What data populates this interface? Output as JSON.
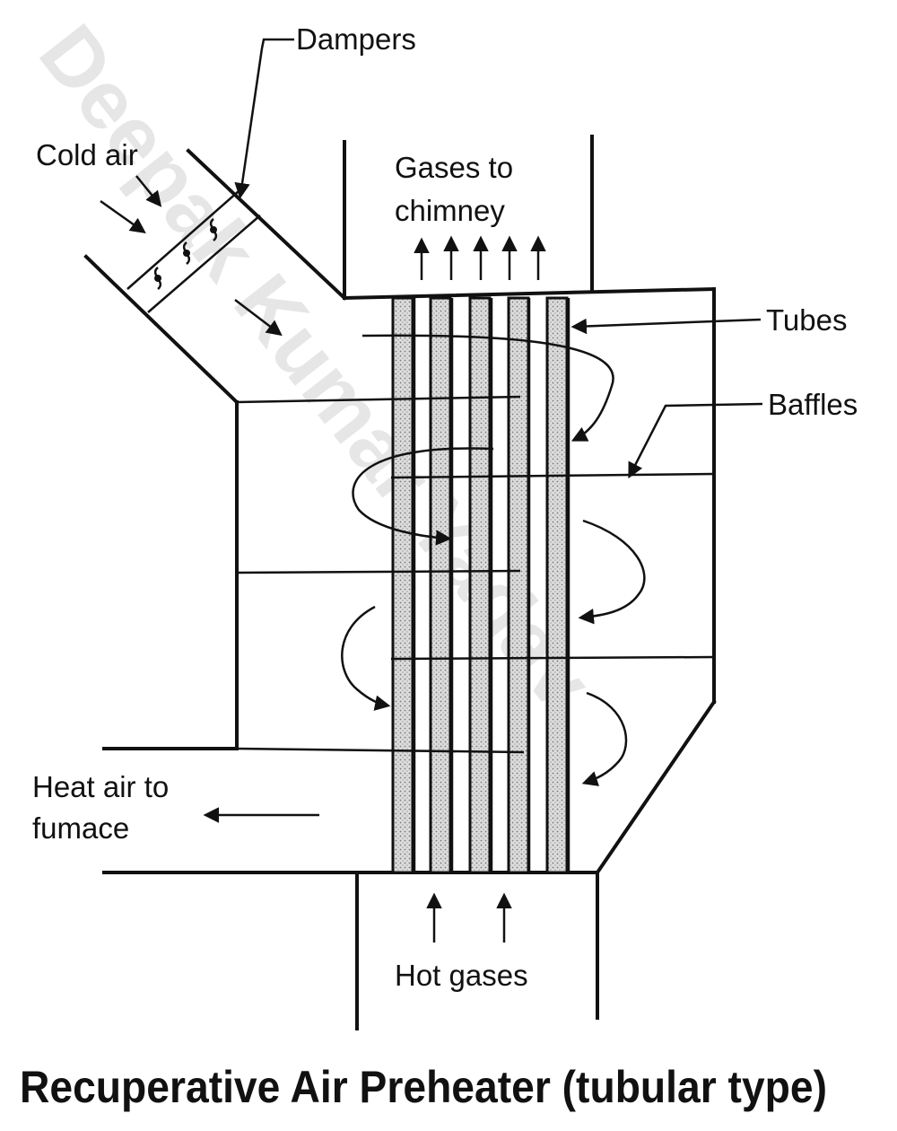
{
  "watermark": "Deepak Kumar Yadav",
  "labels": {
    "dampers": "Dampers",
    "cold_air": "Cold air",
    "gases_to_chimney_line1": "Gases to",
    "gases_to_chimney_line2": "chimney",
    "tubes": "Tubes",
    "baffles": "Baffles",
    "heat_air_line1": "Heat air to",
    "heat_air_line2": "fumace",
    "hot_gases": "Hot gases"
  },
  "title": "Recuperative Air Preheater (tubular type)",
  "colors": {
    "ink": "#111111",
    "tube_fill": "#c8c8c8",
    "watermark": "#e6e6e6"
  }
}
